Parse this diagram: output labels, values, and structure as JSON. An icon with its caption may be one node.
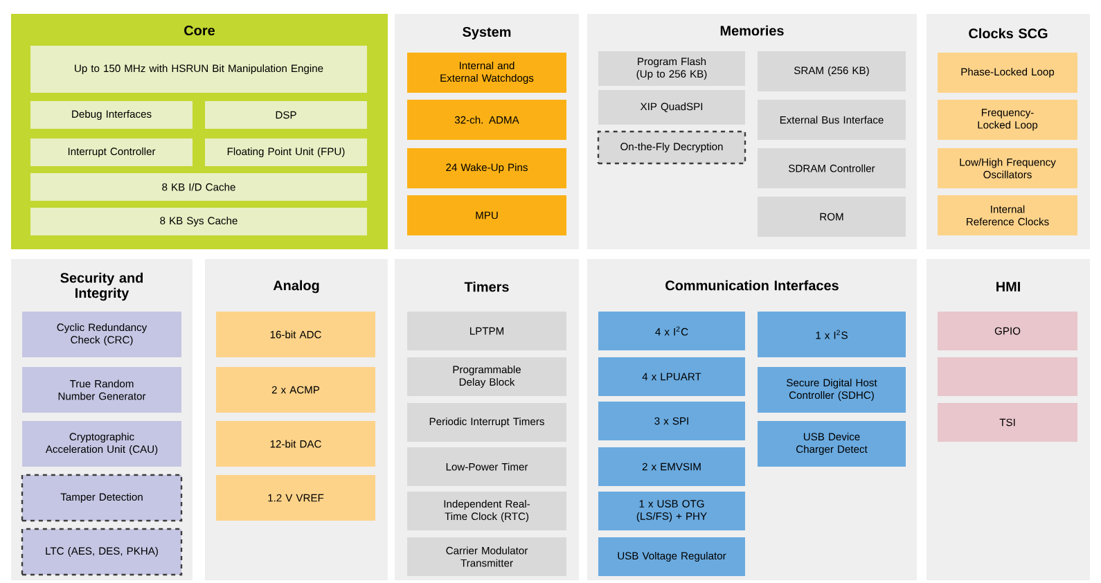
{
  "diagram": {
    "nodes": [
      {
        "text": [
          "Core"
        ]
      },
      {
        "text": [
          "Up to 150 MHz with HSRUN Bit Manipulation Engine"
        ],
        "in": 0
      },
      {
        "text": [
          "Debug Interfaces"
        ],
        "in": 0
      },
      {
        "text": [
          "DSP"
        ],
        "in": 0
      },
      {
        "text": [
          "Interrupt Controller"
        ],
        "in": 0
      },
      {
        "text": [
          "Floating Point Unit (FPU)"
        ],
        "in": 0
      },
      {
        "text": [
          "8 KB I/D Cache"
        ],
        "in": 0
      },
      {
        "text": [
          "8 KB Sys Cache"
        ],
        "in": 0
      },
      {
        "text": [
          "System"
        ]
      },
      {
        "text": [
          "Internal and External Watchdogs"
        ],
        "in": 8
      },
      {
        "text": [
          "32-ch. ADMA"
        ],
        "in": 8
      },
      {
        "text": [
          "24 Wake-Up Pins"
        ],
        "in": 8
      },
      {
        "text": [
          "MPU"
        ],
        "in": 8
      },
      {
        "text": [
          "Memories"
        ]
      },
      {
        "text": [
          "Program Flash (Up to 256 KB)"
        ],
        "in": 13
      },
      {
        "text": [
          "SRAM (256 KB)"
        ],
        "in": 13
      },
      {
        "text": [
          "XIP QuadSPI"
        ],
        "in": 13
      },
      {
        "text": [
          "External Bus Interface"
        ],
        "in": 13
      },
      {
        "text": [
          "On-the-Fly Decryption"
        ],
        "in": 13
      },
      {
        "text": [
          "SDRAM Controller"
        ],
        "in": 13
      },
      {
        "text": [
          "ROM"
        ],
        "in": 13
      },
      {
        "text": [
          "Clocks SCG"
        ]
      },
      {
        "text": [
          "Phase-Locked Loop"
        ],
        "in": 21
      },
      {
        "text": [
          "Frequency- Locked Loop"
        ],
        "in": 21
      },
      {
        "text": [
          "Low/High Frequency Oscillators"
        ],
        "in": 21
      },
      {
        "text": [
          "Internal Reference Clocks"
        ],
        "in": 21
      },
      {
        "text": [
          "Security and Integrity"
        ]
      },
      {
        "text": [
          "Cyclic Redundancy Check (CRC)"
        ],
        "in": 26
      },
      {
        "text": [
          "True Random Number Generator"
        ],
        "in": 26
      },
      {
        "text": [
          "Cryptographic Acceleration Unit (CAU)"
        ],
        "in": 26
      },
      {
        "text": [
          "Tamper Detection"
        ],
        "in": 26
      },
      {
        "text": [
          "LTC (AES, DES, PKHA)"
        ],
        "in": 26
      },
      {
        "text": [
          "Analog"
        ]
      },
      {
        "text": [
          "16-bit ADC"
        ],
        "in": 32
      },
      {
        "text": [
          "2 x ACMP"
        ],
        "in": 32
      },
      {
        "text": [
          "12-bit DAC"
        ],
        "in": 32
      },
      {
        "text": [
          "1.2 V VREF"
        ],
        "in": 32
      },
      {
        "text": [
          "Timers"
        ]
      },
      {
        "text": [
          "LPTPM"
        ],
        "in": 37
      },
      {
        "text": [
          "Programmable Delay Block"
        ],
        "in": 37
      },
      {
        "text": [
          "Periodic Interrupt Timers"
        ],
        "in": 37
      },
      {
        "text": [
          "Low-Power Timer"
        ],
        "in": 37
      },
      {
        "text": [
          "Independent Real-Time Clock (RTC)"
        ],
        "in": 37
      },
      {
        "text": [
          "Carrier Modulator Transmitter"
        ],
        "in": 37
      },
      {
        "text": [
          "Communication  Interfaces"
        ]
      },
      {
        "text": [
          "4 x I$^{2}$C"
        ],
        "in": 44
      },
      {
        "text": [
          "1 x I$^{2}$S"
        ],
        "in": 44
      },
      {
        "text": [
          "4 x LPUART"
        ],
        "in": 44
      },
      {
        "text": [
          "Secure Digital Host Controller (SDHC)"
        ],
        "in": 44
      },
      {
        "text": [
          "3 x SPI"
        ],
        "in": 44
      },
      {
        "text": [
          "USB Device Charger Detect"
        ],
        "in": 44
      },
      {
        "text": [
          "2 x EMVSIM"
        ],
        "in": 44
      },
      {
        "text": [
          "1 x USB OTG (LS/FS) + PHY"
        ],
        "in": 44
      },
      {
        "text": [
          "USB Voltage Regulator"
        ],
        "in": 44
      },
      {
        "text": [
          "HMI"
        ]
      },
      {
        "text": [
          "GPIO"
        ],
        "in": 54
      },
      {
        "text": [],
        "shape": "box",
        "in": 54
      },
      {
        "text": [
          "TSI"
        ],
        "in": 54
      }
    ]
  }
}
